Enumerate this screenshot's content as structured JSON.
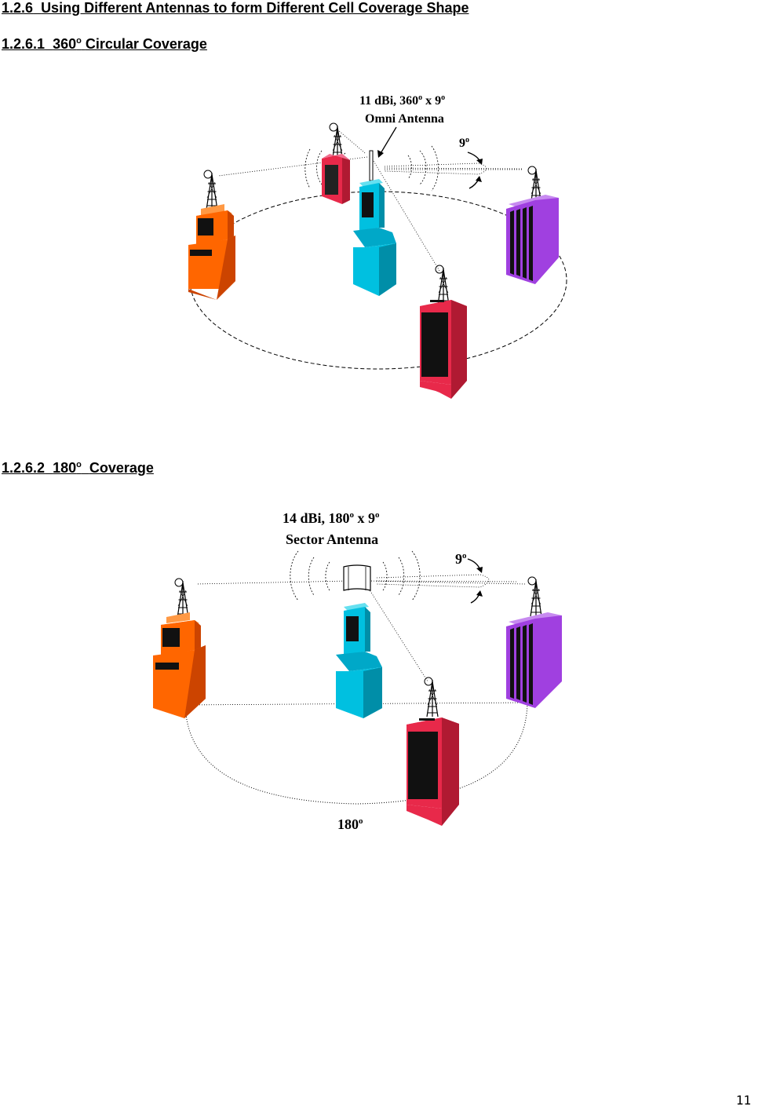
{
  "page": {
    "number": "11"
  },
  "sections": {
    "main": {
      "number": "1.2.6",
      "title": "Using Different Antennas to form Different Cell Coverage Shape"
    },
    "circular": {
      "number": "1.2.6.1",
      "angle": "360",
      "deg": "o",
      "title": "Circular Coverage"
    },
    "sector": {
      "number": "1.2.6.2",
      "angle": "180",
      "deg": "o",
      "title": "Coverage"
    }
  },
  "figure_360": {
    "antenna_line1_a": "11 dBi, 360",
    "antenna_line1_b": " x 9",
    "deg": "o",
    "antenna_line2": "Omni Antenna",
    "beam_label": "9"
  },
  "figure_180": {
    "antenna_line1_a": "14 dBi, 180",
    "antenna_line1_b": " x 9",
    "deg": "o",
    "antenna_line2": "Sector Antenna",
    "beam_label": "9",
    "arc_label": "180"
  },
  "colors": {
    "orange": "#ff6600",
    "orange_dark": "#cc4400",
    "pink": "#e8294a",
    "pink_dark": "#b01a32",
    "cyan": "#00c0e0",
    "cyan_dark": "#008ea8",
    "purple": "#a040e0",
    "purple_light": "#c78af0"
  }
}
